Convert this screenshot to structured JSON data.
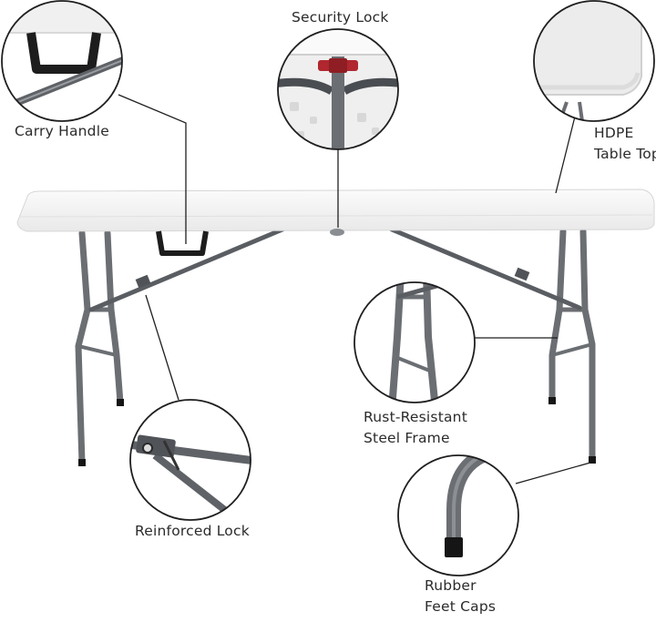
{
  "labels": {
    "security_lock": "Security Lock",
    "carry_handle": "Carry Handle",
    "hdpe_line1": "HDPE",
    "hdpe_line2": "Table Top",
    "rust_line1": "Rust-Resistant",
    "rust_line2": "Steel Frame",
    "reinforced_lock": "Reinforced Lock",
    "rubber_line1": "Rubber",
    "rubber_line2": "Feet Caps"
  },
  "colors": {
    "table_top": "#f4f4f4",
    "frame": "#6b6e72",
    "frame_dark": "#505358",
    "callout_line": "#1f1f1f",
    "handle": "#1d1d1d",
    "lock_red": "#b0272f",
    "foot": "#151515"
  }
}
